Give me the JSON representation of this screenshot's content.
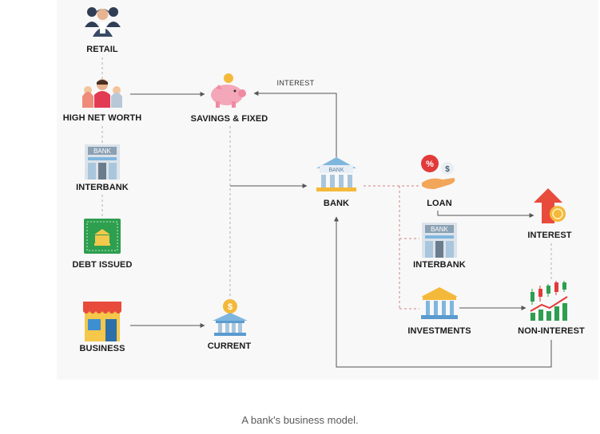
{
  "nodes": {
    "retail": {
      "label": "RETAIL",
      "icon": "retail-people-icon"
    },
    "high_net_worth": {
      "label": "HIGH NET WORTH",
      "icon": "family-icon"
    },
    "interbank_left": {
      "label": "INTERBANK",
      "icon": "bank-building-icon",
      "sign": "BANK"
    },
    "debt_issued": {
      "label": "DEBT ISSUED",
      "icon": "bank-note-icon"
    },
    "business": {
      "label": "BUSINESS",
      "icon": "storefront-icon"
    },
    "savings_fixed": {
      "label": "SAVINGS & FIXED",
      "icon": "piggy-bank-icon"
    },
    "current": {
      "label": "CURRENT",
      "icon": "bank-coin-icon",
      "coin": "$"
    },
    "bank": {
      "label": "BANK",
      "icon": "bank-icon",
      "sign": "BANK"
    },
    "loan": {
      "label": "LOAN",
      "icon": "loan-hand-icon",
      "percent": "%",
      "dollar": "$"
    },
    "interbank_right": {
      "label": "INTERBANK",
      "icon": "bank-building-icon",
      "sign": "BANK"
    },
    "investments": {
      "label": "INVESTMENTS",
      "icon": "institution-icon"
    },
    "interest": {
      "label": "INTEREST",
      "icon": "interest-up-arrow-coin-icon"
    },
    "non_interest": {
      "label": "NON-INTEREST",
      "icon": "candlestick-chart-icon"
    }
  },
  "edges": {
    "bank_to_savings_label": "INTEREST"
  },
  "colors": {
    "line": "#555555",
    "dashed": "#b0b0b0",
    "red_dashed": "#d98080",
    "orange": "#f08a24",
    "red": "#e03a3a",
    "blue": "#6aa9d6",
    "green": "#2e9e4f",
    "pink": "#f4a7b9"
  },
  "caption": "A bank's business model."
}
